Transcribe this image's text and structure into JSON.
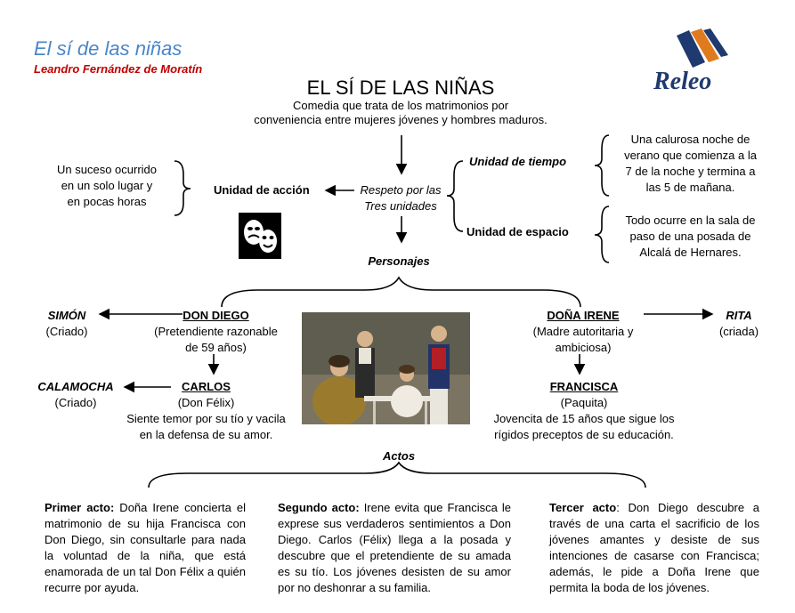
{
  "header": {
    "title": "El sí de las niñas",
    "author": "Leandro Fernández de Moratín",
    "logo_text": "Releo"
  },
  "main": {
    "title": "EL SÍ DE LAS NIÑAS",
    "subtitle_line1": "Comedia que trata de los matrimonios por",
    "subtitle_line2": "conveniencia entre mujeres jóvenes y hombres maduros."
  },
  "unities": {
    "center_line1": "Respeto por las",
    "center_line2": "Tres unidades",
    "accion_label": "Unidad de acción",
    "accion_desc": [
      "Un suceso ocurrido",
      "en un solo lugar y",
      "en pocas horas"
    ],
    "tiempo_label": "Unidad de tiempo",
    "tiempo_desc": [
      "Una calurosa noche de",
      "verano que comienza a la",
      "7 de la noche y termina a",
      "las 5 de mañana."
    ],
    "espacio_label": "Unidad de espacio",
    "espacio_desc": [
      "Todo ocurre en la sala de",
      "paso de una posada de",
      "Alcalá de Hernares."
    ]
  },
  "personajes": {
    "label": "Personajes",
    "simon": {
      "name": "SIMÓN",
      "role": "(Criado)"
    },
    "don_diego": {
      "name": "DON DIEGO",
      "desc1": "(Pretendiente razonable",
      "desc2": "de 59 años)"
    },
    "calamocha": {
      "name": "CALAMOCHA",
      "role": "(Criado)"
    },
    "carlos": {
      "name": "CARLOS",
      "alias": "(Don Félix)",
      "desc1": "Siente temor por su tío y vacila",
      "desc2": "en la defensa de su amor."
    },
    "dona_irene": {
      "name": "DOÑA IRENE",
      "desc1": "(Madre autoritaria  y",
      "desc2": "ambiciosa)"
    },
    "rita": {
      "name": "RITA",
      "role": "(criada)"
    },
    "francisca": {
      "name": "FRANCISCA",
      "alias": "(Paquita)",
      "desc1": "Jovencita de 15 años que sigue los",
      "desc2": "rígidos preceptos de su educación."
    }
  },
  "actos": {
    "label": "Actos",
    "primer": {
      "title": "Primer acto:",
      "text": " Doña Irene concierta el matrimonio de su hija Francisca con Don Diego, sin consultarle para nada la voluntad de la niña, que está enamorada de un tal Don Félix a quién recurre por  ayuda."
    },
    "segundo": {
      "title": "Segundo acto:",
      "text": " Irene evita que Francisca le exprese sus verdaderos sentimientos a Don Diego. Carlos (Félix) llega a la posada y descubre que el pretendiente de su amada es su tío. Los jóvenes desisten de su amor por no  deshonrar a su familia."
    },
    "tercer": {
      "title": "Tercer acto",
      "text": ": Don Diego descubre a través de una carta el sacrificio de los jóvenes amantes y desiste de sus intenciones de casarse con Francisca; además, le pide a Doña Irene que permita la boda de los jóvenes."
    }
  },
  "colors": {
    "title_blue": "#4a86c8",
    "author_red": "#c00000",
    "logo_navy": "#1f3a6e",
    "logo_orange": "#e07a1f"
  }
}
